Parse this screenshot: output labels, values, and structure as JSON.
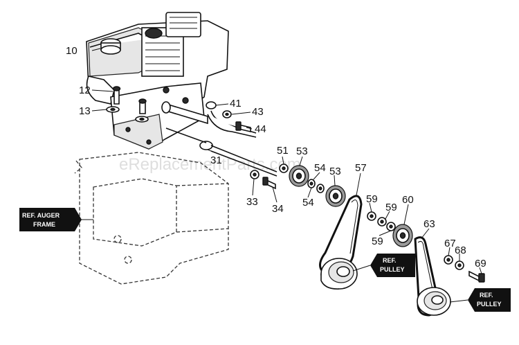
{
  "watermark": "eReplacementParts.com",
  "callouts": {
    "c10": "10",
    "c12": "12",
    "c13": "13",
    "c41": "41",
    "c43": "43",
    "c44": "44",
    "c31": "31",
    "c51": "51",
    "c53a": "53",
    "c53b": "53",
    "c54a": "54",
    "c54b": "54",
    "c57": "57",
    "c33": "33",
    "c34": "34",
    "c59a": "59",
    "c59b": "59",
    "c59c": "59",
    "c60": "60",
    "c63": "63",
    "c67": "67",
    "c68": "68",
    "c69": "69"
  },
  "tags": {
    "auger_frame_1": "REF. AUGER",
    "auger_frame_2": "FRAME",
    "pulley_a_1": "REF.",
    "pulley_a_2": "PULLEY",
    "pulley_b_1": "REF.",
    "pulley_b_2": "PULLEY"
  }
}
